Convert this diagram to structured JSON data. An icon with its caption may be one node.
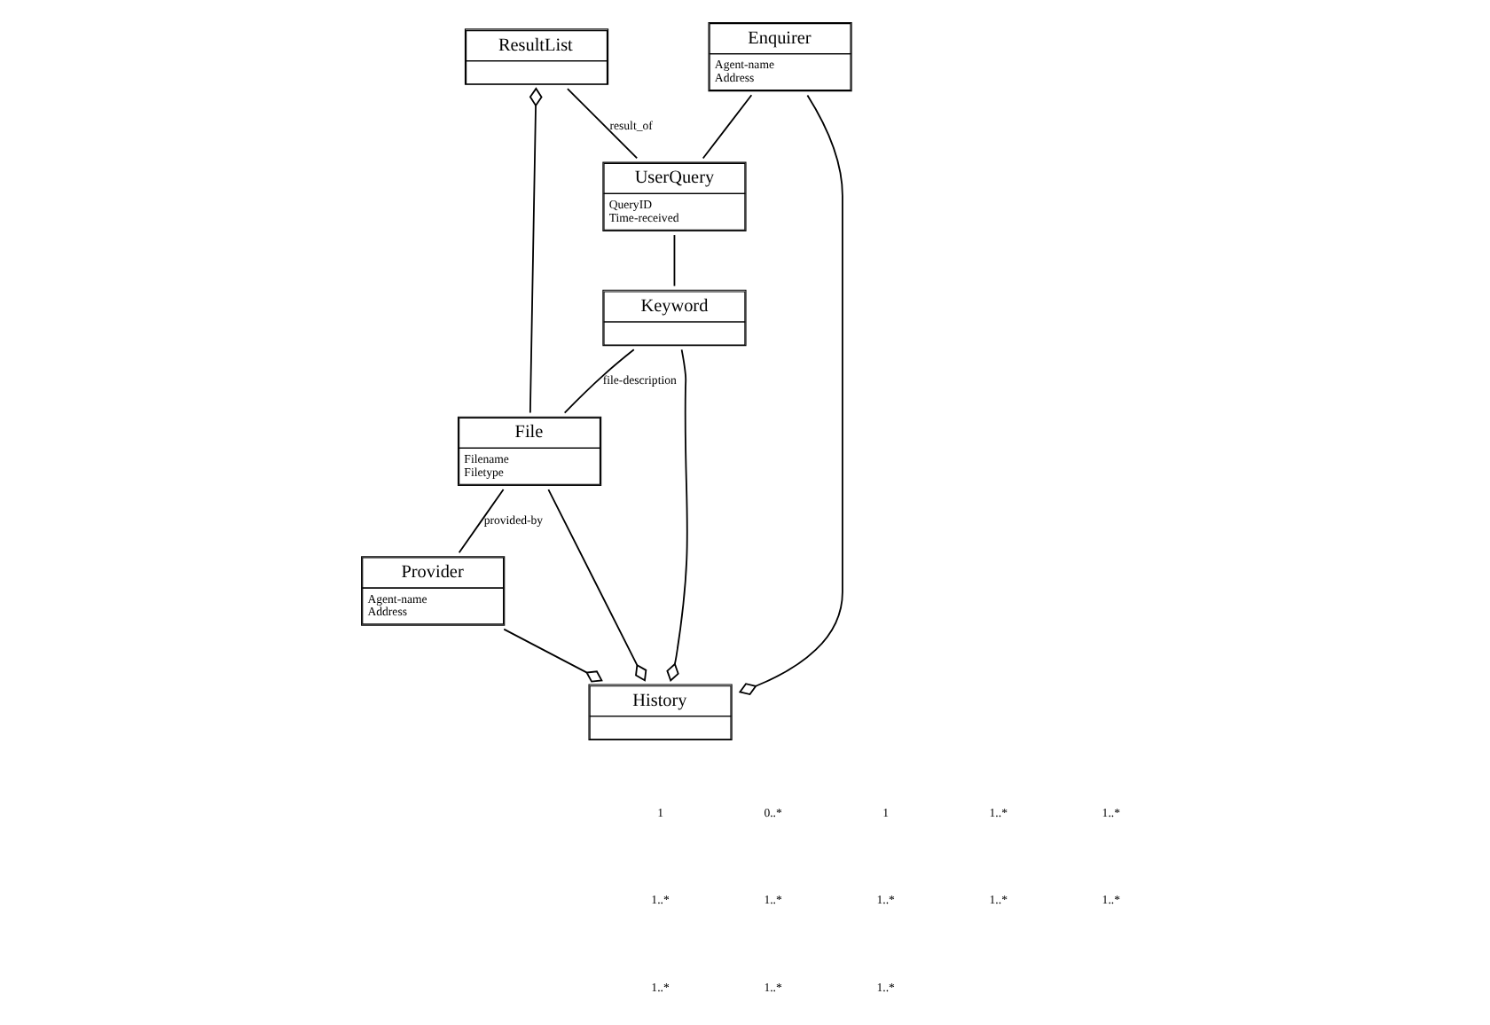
{
  "diagram": {
    "nodes": [
      {
        "text": [
          "ResultList"
        ]
      },
      {
        "text": [
          "Enquirer",
          "Agent-name",
          "Address"
        ]
      },
      {
        "text": [
          "UserQuery",
          "QueryID",
          "Time-received"
        ]
      },
      {
        "text": [
          "Keyword"
        ]
      },
      {
        "text": [
          "File",
          "Filename",
          "Filetype"
        ]
      },
      {
        "text": [
          "Provider",
          "Agent-name",
          "Address"
        ]
      },
      {
        "text": [
          "History"
        ]
      }
    ],
    "edges": [
      {
        "from": 4,
        "to": 0,
        "arrow": "other"
      },
      {
        "from": 0,
        "to": 2,
        "arrow": "none",
        "label": "result_of"
      },
      {
        "from": 1,
        "to": 2,
        "arrow": "none"
      },
      {
        "from": 2,
        "to": 3,
        "arrow": "none"
      },
      {
        "from": 3,
        "to": 4,
        "arrow": "none",
        "label": "file-description"
      },
      {
        "from": 4,
        "to": 5,
        "arrow": "none",
        "label": "provided-by"
      },
      {
        "from": 4,
        "to": 6,
        "arrow": "other"
      },
      {
        "from": 5,
        "to": 6,
        "arrow": "other"
      },
      {
        "from": 3,
        "to": 6,
        "arrow": "other"
      },
      {
        "from": 1,
        "to": 6,
        "arrow": "other"
      }
    ],
    "labels": [
      "1",
      "0..*",
      "1",
      "1..*",
      "1..*",
      "1..*",
      "1..*",
      "1..*",
      "1..*",
      "1..*",
      "1..*",
      "1..*",
      "1..*"
    ]
  }
}
